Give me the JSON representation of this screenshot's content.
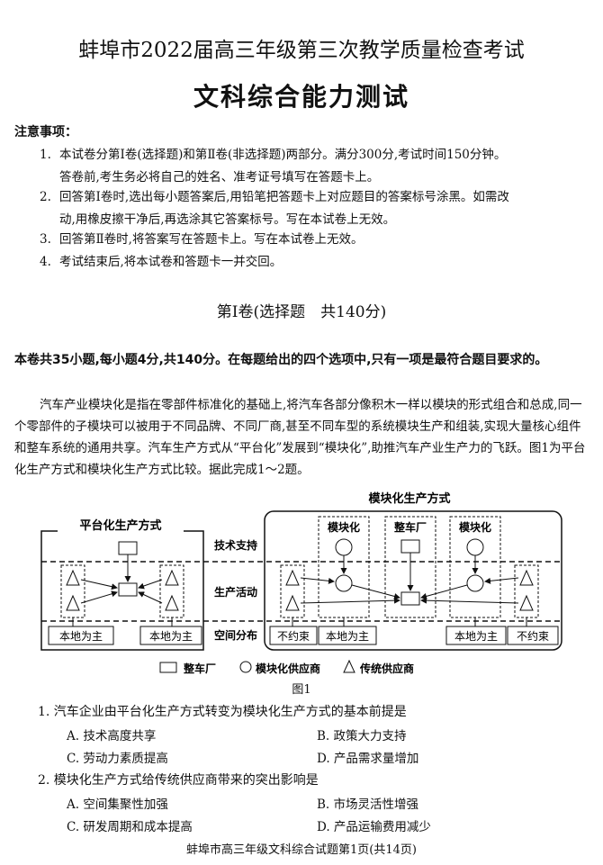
{
  "header": {
    "exam_title": "蚌埠市2022届高三年级第三次教学质量检查考试",
    "subject_title": "文科综合能力测试"
  },
  "notes": {
    "heading": "注意事项：",
    "items": [
      {
        "num": "1.",
        "line1": "本试卷分第Ⅰ卷(选择题)和第Ⅱ卷(非选择题)两部分。满分300分,考试时间150分钟。",
        "line2": "答卷前,考生务必将自己的姓名、准考证号填写在答题卡上。"
      },
      {
        "num": "2.",
        "line1": "回答第Ⅰ卷时,选出每小题答案后,用铅笔把答题卡上对应题目的答案标号涂黑。如需改",
        "line2": "动,用橡皮擦干净后,再选涂其它答案标号。写在本试卷上无效。"
      },
      {
        "num": "3.",
        "line1": "回答第Ⅱ卷时,将答案写在答题卡上。写在本试卷上无效。",
        "line2": ""
      },
      {
        "num": "4.",
        "line1": "考试结束后,将本试卷和答题卡一并交回。",
        "line2": ""
      }
    ]
  },
  "section_title": "第Ⅰ卷(选择题　共140分)",
  "intro": "本卷共35小题,每小题4分,共140分。在每题给出的四个选项中,只有一项是最符合题目要求的。",
  "passage": "汽车产业模块化是指在零部件标准化的基础上,将汽车各部分像积木一样以模块的形式组合和总成,同一个零部件的子模块可以被用于不同品牌、不同厂商,甚至不同车型的系统模块生产和组装,实现大量核心组件和整车系统的通用共享。汽车生产方式从“平台化”发展到“模块化”,助推汽车产业生产力的飞跃。图1为平台化生产方式和模块化生产方式比较。据此完成1～2题。",
  "figure": {
    "left_title": "平台化生产方式",
    "right_title": "模块化生产方式",
    "row_tech": "技术支持",
    "row_prod": "生产活动",
    "row_space": "空间分布",
    "col_modular_1": "模块化",
    "col_plant": "整车厂",
    "col_modular_2": "模块化",
    "local_main_1": "本地为主",
    "local_main_2": "本地为主",
    "local_main_3": "本地为主",
    "local_main_4": "本地为主",
    "unconstrained_1": "不约束",
    "unconstrained_2": "不约束",
    "legend_plant": "整车厂",
    "legend_modular": "模块化供应商",
    "legend_traditional": "传统供应商",
    "caption": "图1"
  },
  "questions": [
    {
      "stem": "1. 汽车企业由平台化生产方式转变为模块化生产方式的基本前提是",
      "options": [
        "A. 技术高度共享",
        "B. 政策大力支持",
        "C. 劳动力素质提高",
        "D. 产品需求量增加"
      ]
    },
    {
      "stem": "2. 模块化生产方式给传统供应商带来的突出影响是",
      "options": [
        "A. 空间集聚性加强",
        "B. 市场灵活性增强",
        "C. 研发周期和成本提高",
        "D. 产品运输费用减少"
      ]
    }
  ],
  "footer": "蚌埠市高三年级文科综合试题第1页(共14页)"
}
